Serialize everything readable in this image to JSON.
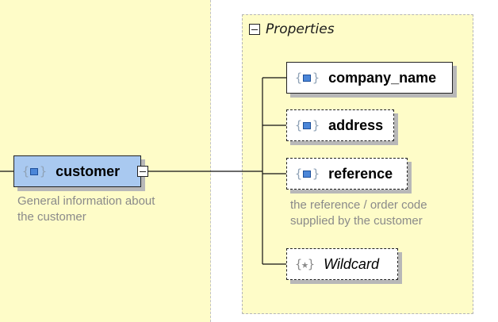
{
  "root_element": {
    "name": "customer",
    "icon": "element-icon",
    "documentation": "General information about\nthe customer",
    "color": "#a9c9f0"
  },
  "sequence_group": {
    "title": "Properties",
    "children": [
      {
        "name": "company_name",
        "icon": "element-icon",
        "optional": false,
        "documentation": ""
      },
      {
        "name": "address",
        "icon": "element-icon",
        "optional": true,
        "documentation": ""
      },
      {
        "name": "reference",
        "icon": "element-icon",
        "optional": true,
        "documentation": "the reference / order code\nsupplied by the customer"
      },
      {
        "name": "Wildcard",
        "icon": "star-icon",
        "optional": true,
        "documentation": ""
      }
    ]
  },
  "colors": {
    "panel_background": "#fefcc8",
    "element_icon_fill": "#4b86d8"
  }
}
